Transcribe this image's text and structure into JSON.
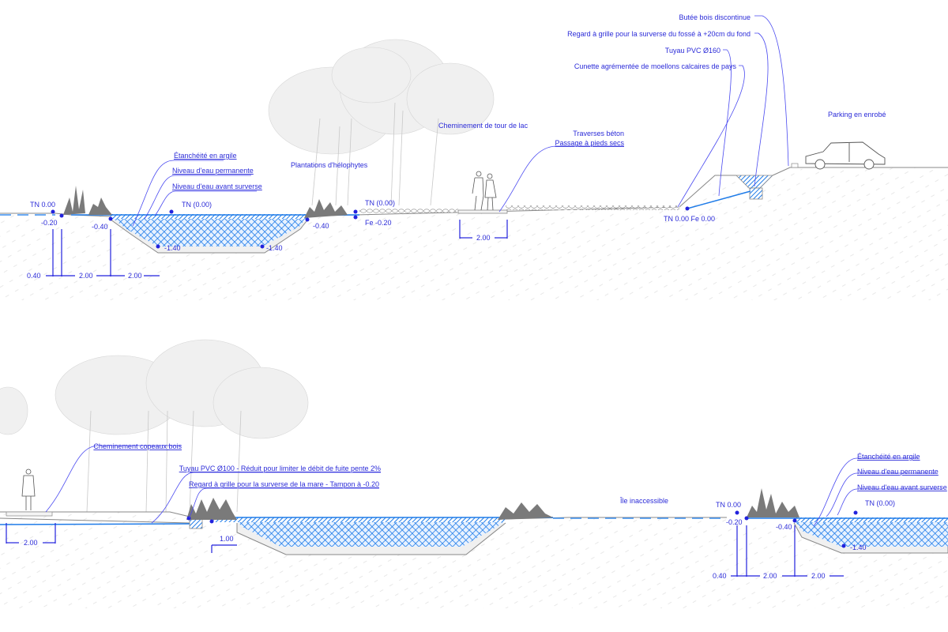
{
  "section_top": {
    "labels": {
      "butee": "Butée bois discontinue",
      "regard_fosse": "Regard à grille pour la surverse du fossé à +20cm du fond",
      "tuyau_160": "Tuyau PVC Ø160",
      "cunette": "Cunette agrémentée de moellons calcaires de pays",
      "parking": "Parking en enrobé",
      "cheminement_lac": "Cheminement de tour de lac",
      "traverses_1": "Traverses béton",
      "traverses_2": "Passage à pieds secs",
      "plantations": "Plantations d'hélophytes",
      "etancheite": "Étanchéité en argile",
      "niveau_perm": "Niveau d'eau permanente",
      "niveau_avant": "Niveau d'eau avant surverse"
    },
    "levels": {
      "tn_left": "TN 0.00",
      "minus020": "-0.20",
      "minus040_left": "-0.40",
      "tn_pond": "TN (0.00)",
      "minus140_a": "-1.40",
      "minus140_b": "-1.40",
      "minus040_right": "-0.40",
      "tn_path": "TN (0.00)",
      "fe_020": "Fe -0.20",
      "tn_fe_000": "TN 0.00 Fe 0.00"
    },
    "dimensions": {
      "d040": "0.40",
      "d200_a": "2.00",
      "d200_b": "2.00",
      "d200_path": "2.00"
    }
  },
  "section_bottom": {
    "labels": {
      "copeaux": "Cheminement copeaux bois",
      "tuyau_100": "Tuyau PVC Ø100 - Réduit pour limiter le débit de fuite pente 2%",
      "regard_mare": "Regard à grille pour la surverse de la mare - Tampon à -0.20",
      "ile": "Île inaccessible",
      "etancheite": "Étanchéité en argile",
      "niveau_perm": "Niveau d'eau permanente",
      "niveau_avant": "Niveau d'eau avant surverse"
    },
    "levels": {
      "tn_right": "TN 0.00",
      "minus020": "-0.20",
      "minus040": "-0.40",
      "tn_pond": "TN (0.00)",
      "minus140": "-1.40"
    },
    "dimensions": {
      "d200_path": "2.00",
      "d100": "1.00",
      "d040": "0.40",
      "d200_a": "2.00",
      "d200_b": "2.00"
    }
  },
  "colors": {
    "annotation": "#2b2bd8",
    "water": "#1e7be8",
    "ground": "#888888"
  }
}
